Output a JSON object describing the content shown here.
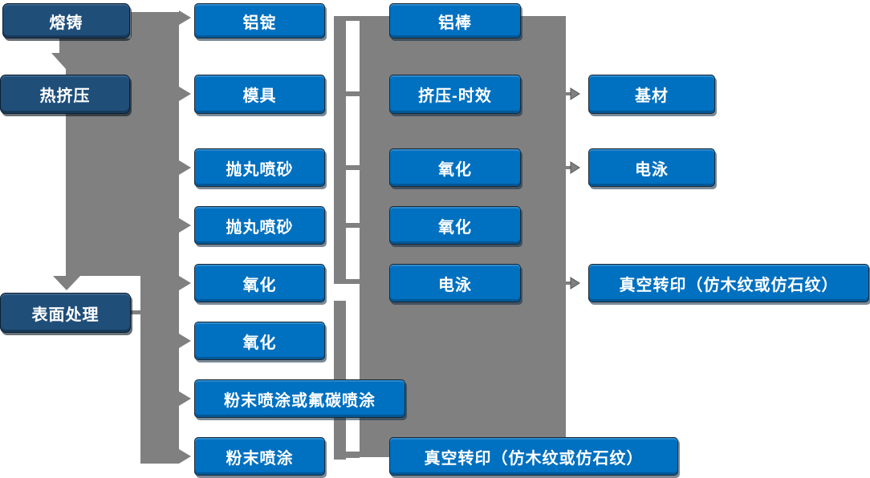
{
  "diagram_type": "process-flowchart",
  "colors": {
    "node_fill": "#0070C0",
    "stage_fill": "#1F4E79",
    "connector_gray": "#808080",
    "text": "#FFFFFF"
  },
  "columns": [
    {
      "name": "process-stages",
      "nodes": [
        {
          "label": "熔铸"
        },
        {
          "label": "热挤压"
        },
        {
          "label": "表面处理"
        }
      ]
    },
    {
      "name": "inputs-and-treatments",
      "nodes": [
        {
          "label": "铝锭"
        },
        {
          "label": "模具"
        },
        {
          "label": "抛丸喷砂"
        },
        {
          "label": "抛丸喷砂"
        },
        {
          "label": "氧化"
        },
        {
          "label": "氧化"
        },
        {
          "label": "粉末喷涂或氟碳喷涂"
        },
        {
          "label": "粉末喷涂"
        }
      ]
    },
    {
      "name": "intermediate-steps",
      "nodes": [
        {
          "label": "铝棒"
        },
        {
          "label": "挤压-时效"
        },
        {
          "label": "氧化"
        },
        {
          "label": "氧化"
        },
        {
          "label": "电泳"
        },
        {
          "label": "真空转印（仿木纹或仿石纹）"
        }
      ]
    },
    {
      "name": "outputs",
      "nodes": [
        {
          "label": "基材"
        },
        {
          "label": "电泳"
        },
        {
          "label": "真空转印（仿木纹或仿石纹）"
        }
      ]
    }
  ]
}
